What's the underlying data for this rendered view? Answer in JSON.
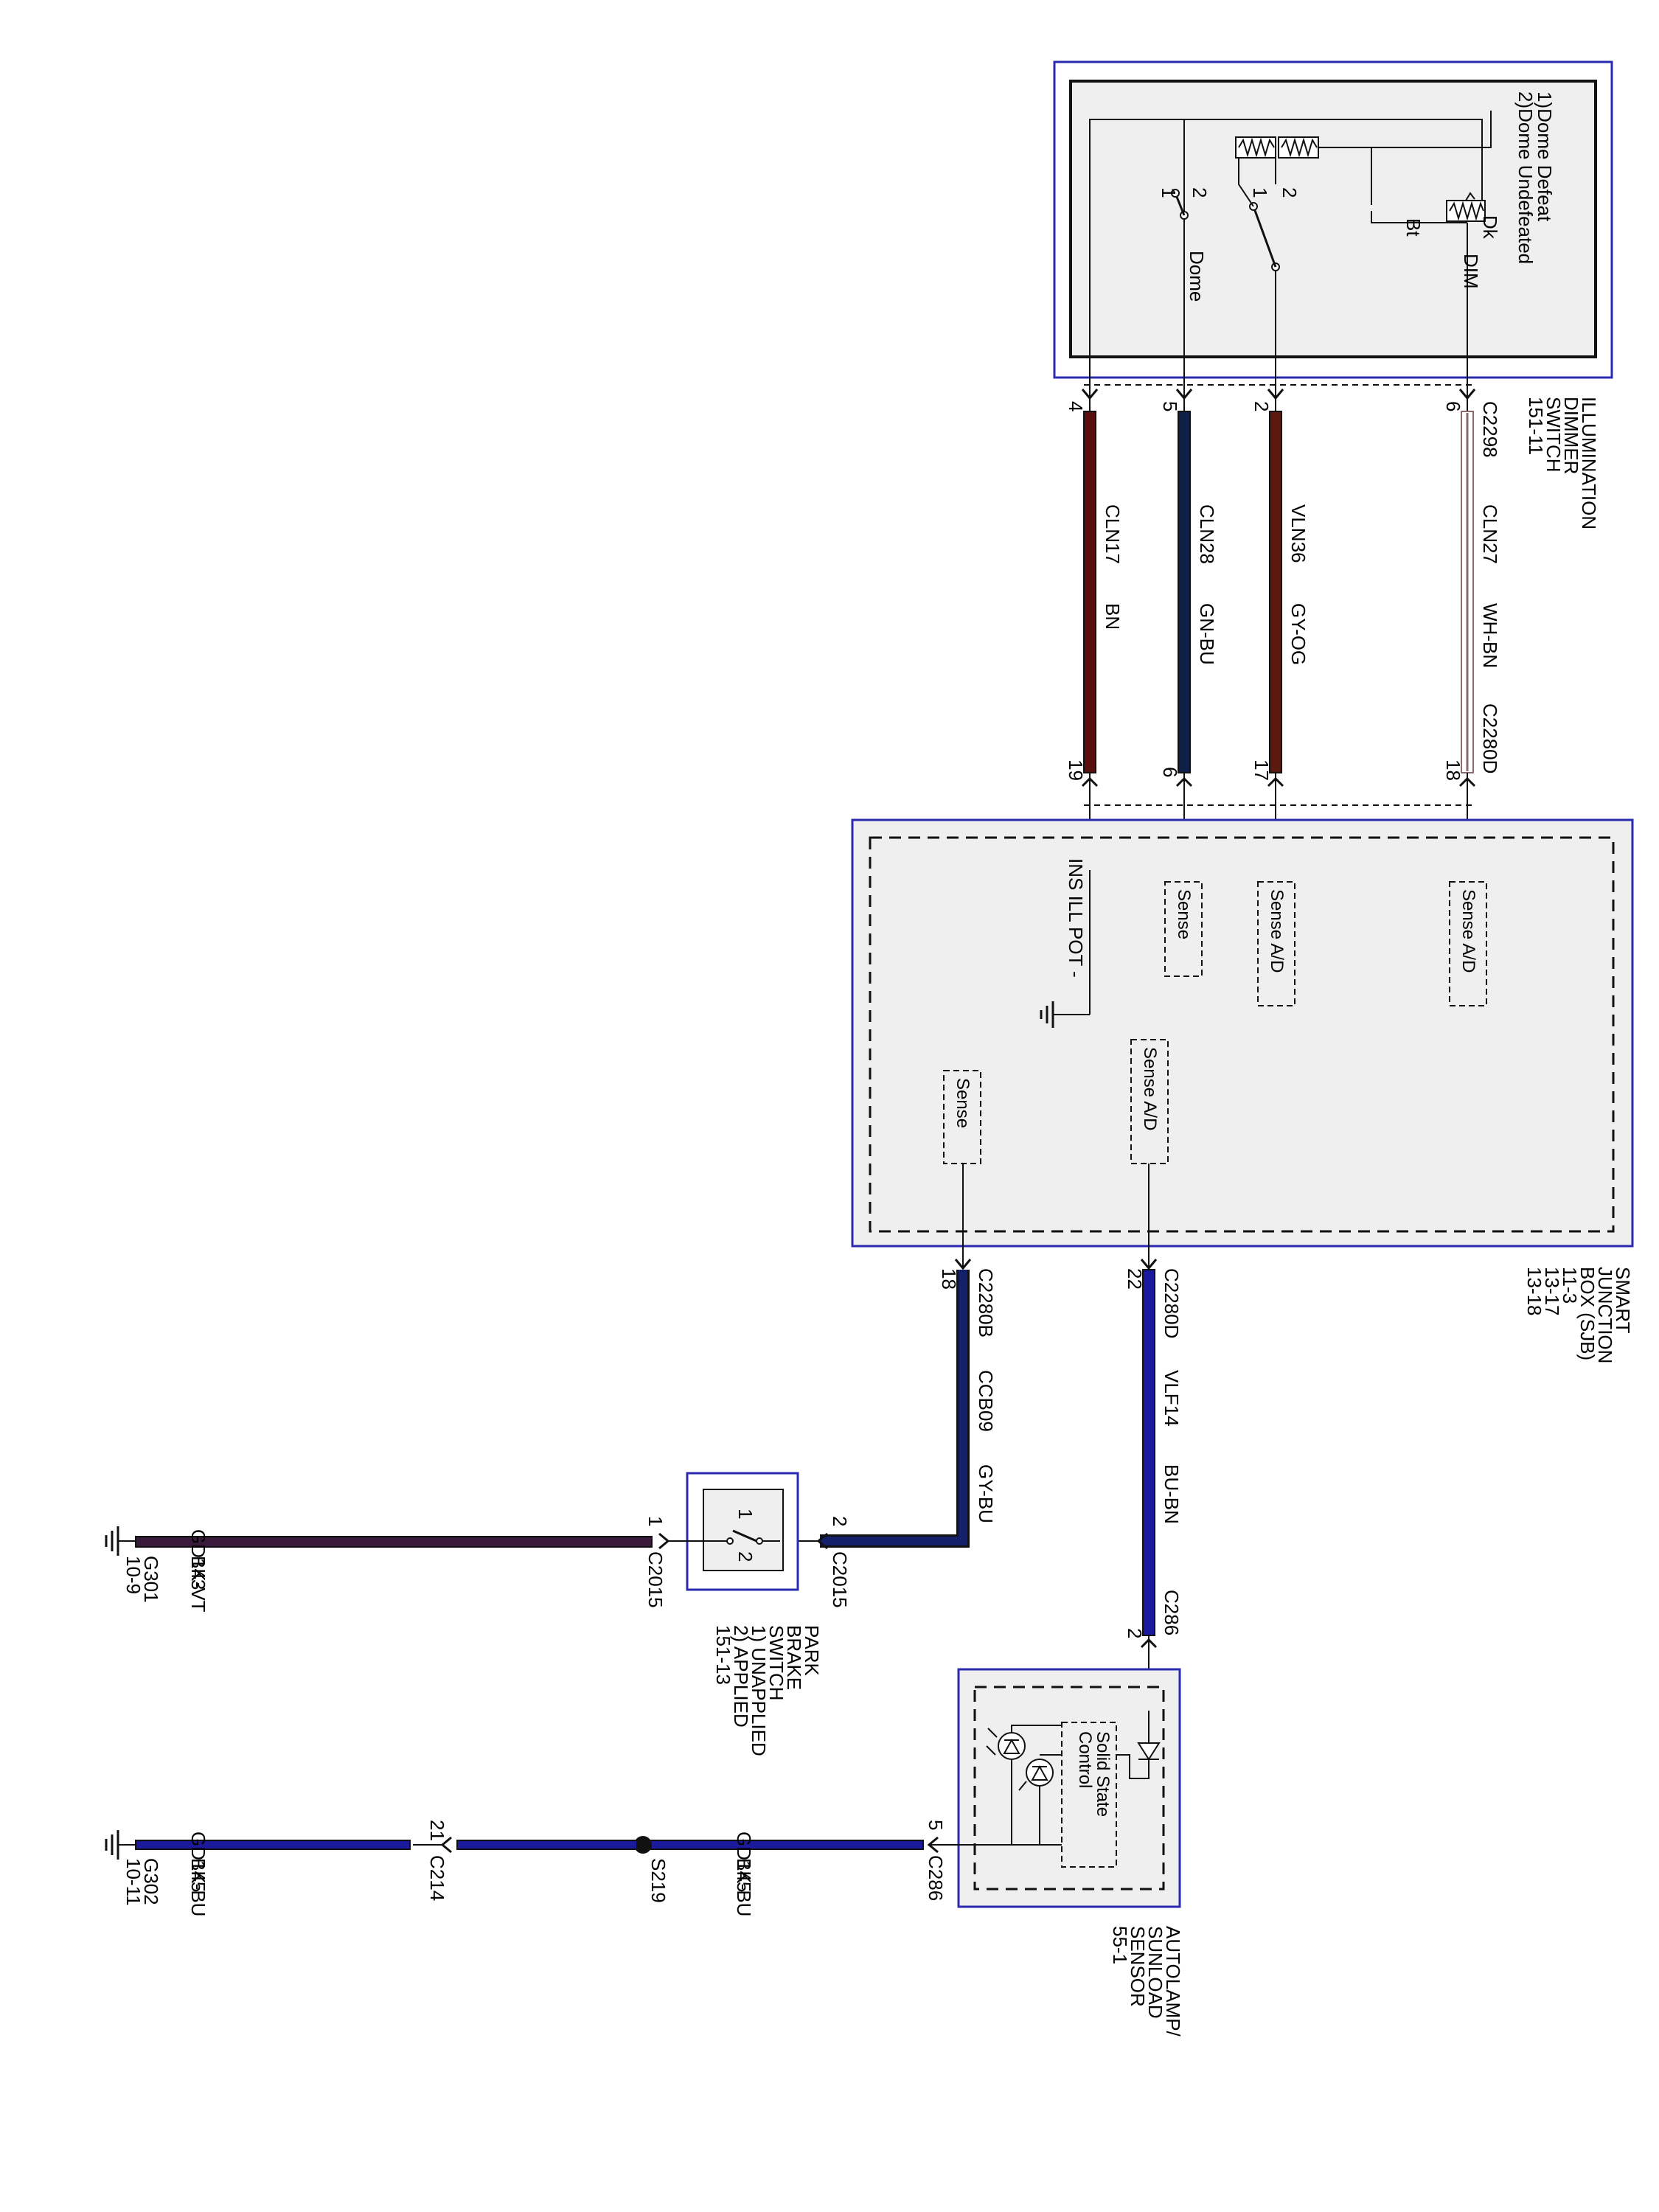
{
  "illumination_dimmer_switch": {
    "title": [
      "ILLUMINATION",
      "DIMMER",
      "SWITCH",
      "151-11"
    ],
    "modes": [
      "1)Dome Defeat",
      "2)Dome Undefeated"
    ],
    "pos_dome_1": "1",
    "pos_dome_2": "2",
    "pos_dim_1": "1",
    "pos_dim_2": "2",
    "dome_label": "Dome",
    "dk_label": "Dk",
    "bt_label": "Bt",
    "dim_label": "DIM"
  },
  "circuits_top": [
    {
      "pin_top": "4",
      "circuit": "CLN17",
      "color": "BN",
      "pin_bottom": "19",
      "wire_hex": "#5a0f0f"
    },
    {
      "pin_top": "5",
      "circuit": "CLN28",
      "color": "GN-BU",
      "pin_bottom": "6",
      "wire_hex": "#0f2048"
    },
    {
      "pin_top": "2",
      "circuit": "VLN36",
      "color": "GY-OG",
      "pin_bottom": "17",
      "wire_hex": "#5a1a10"
    },
    {
      "pin_top": "6",
      "circuit": "CLN27",
      "color": "WH-BN",
      "pin_bottom": "18",
      "wire_hex": "#8a6a6a"
    }
  ],
  "connectors": {
    "c2298": "C2298",
    "c2280d_top": "C2280D",
    "c2280b": "C2280B",
    "c2280d_bottom": "C2280D",
    "c2015_top": "C2015",
    "c2015_bottom": "C2015",
    "c286_top": "C286",
    "c286_bottom": "C286",
    "c214": "C214"
  },
  "sjb": {
    "title": [
      "SMART",
      "JUNCTION",
      "BOX (SJB)",
      "11-3",
      "13-17",
      "13-18"
    ],
    "ins_ill_pot": "INS ILL POT -",
    "sense_1": "Sense",
    "sense_ad_1": "Sense A/D",
    "sense_ad_2": "Sense A/D",
    "sense_ad_3": "Sense A/D",
    "sense_2": "Sense"
  },
  "ccb09": {
    "pin": "18",
    "circuit": "CCB09",
    "color": "GY-BU",
    "pin_switch": "2",
    "wire_hex": "#14206a"
  },
  "vlf14": {
    "pin": "22",
    "circuit": "VLF14",
    "color": "BU-BN",
    "pin_sensor": "2",
    "wire_hex": "#1a1aa0"
  },
  "park_brake_switch": {
    "title": [
      "PARK",
      "BRAKE",
      "SWITCH",
      "1) UNAPPLIED",
      "2) APPLIED",
      "151-13"
    ],
    "pos_1": "1",
    "pos_2": "2"
  },
  "gd143": {
    "circuit": "GD143",
    "color": "BK-VT",
    "pin": "1",
    "ground": "G301",
    "ground_page": "10-9",
    "wire_hex": "#3a1a3a"
  },
  "autolamp_sensor": {
    "title": [
      "AUTOLAMP/",
      "SUNLOAD",
      "SENSOR",
      "55-1"
    ],
    "control_label": [
      "Control",
      "Solid State"
    ]
  },
  "gd145_a": {
    "circuit": "GD145",
    "color": "BK-BU",
    "pin": "5"
  },
  "gd145_b": {
    "circuit": "GD145",
    "color": "BK-BU",
    "pin": "21",
    "ground": "G302",
    "ground_page": "10-11"
  },
  "splice": "S219",
  "colors": {
    "component_outline": "#2a2ab0",
    "component_fill": "#efefef",
    "wire_blue": "#1a1a9a"
  }
}
